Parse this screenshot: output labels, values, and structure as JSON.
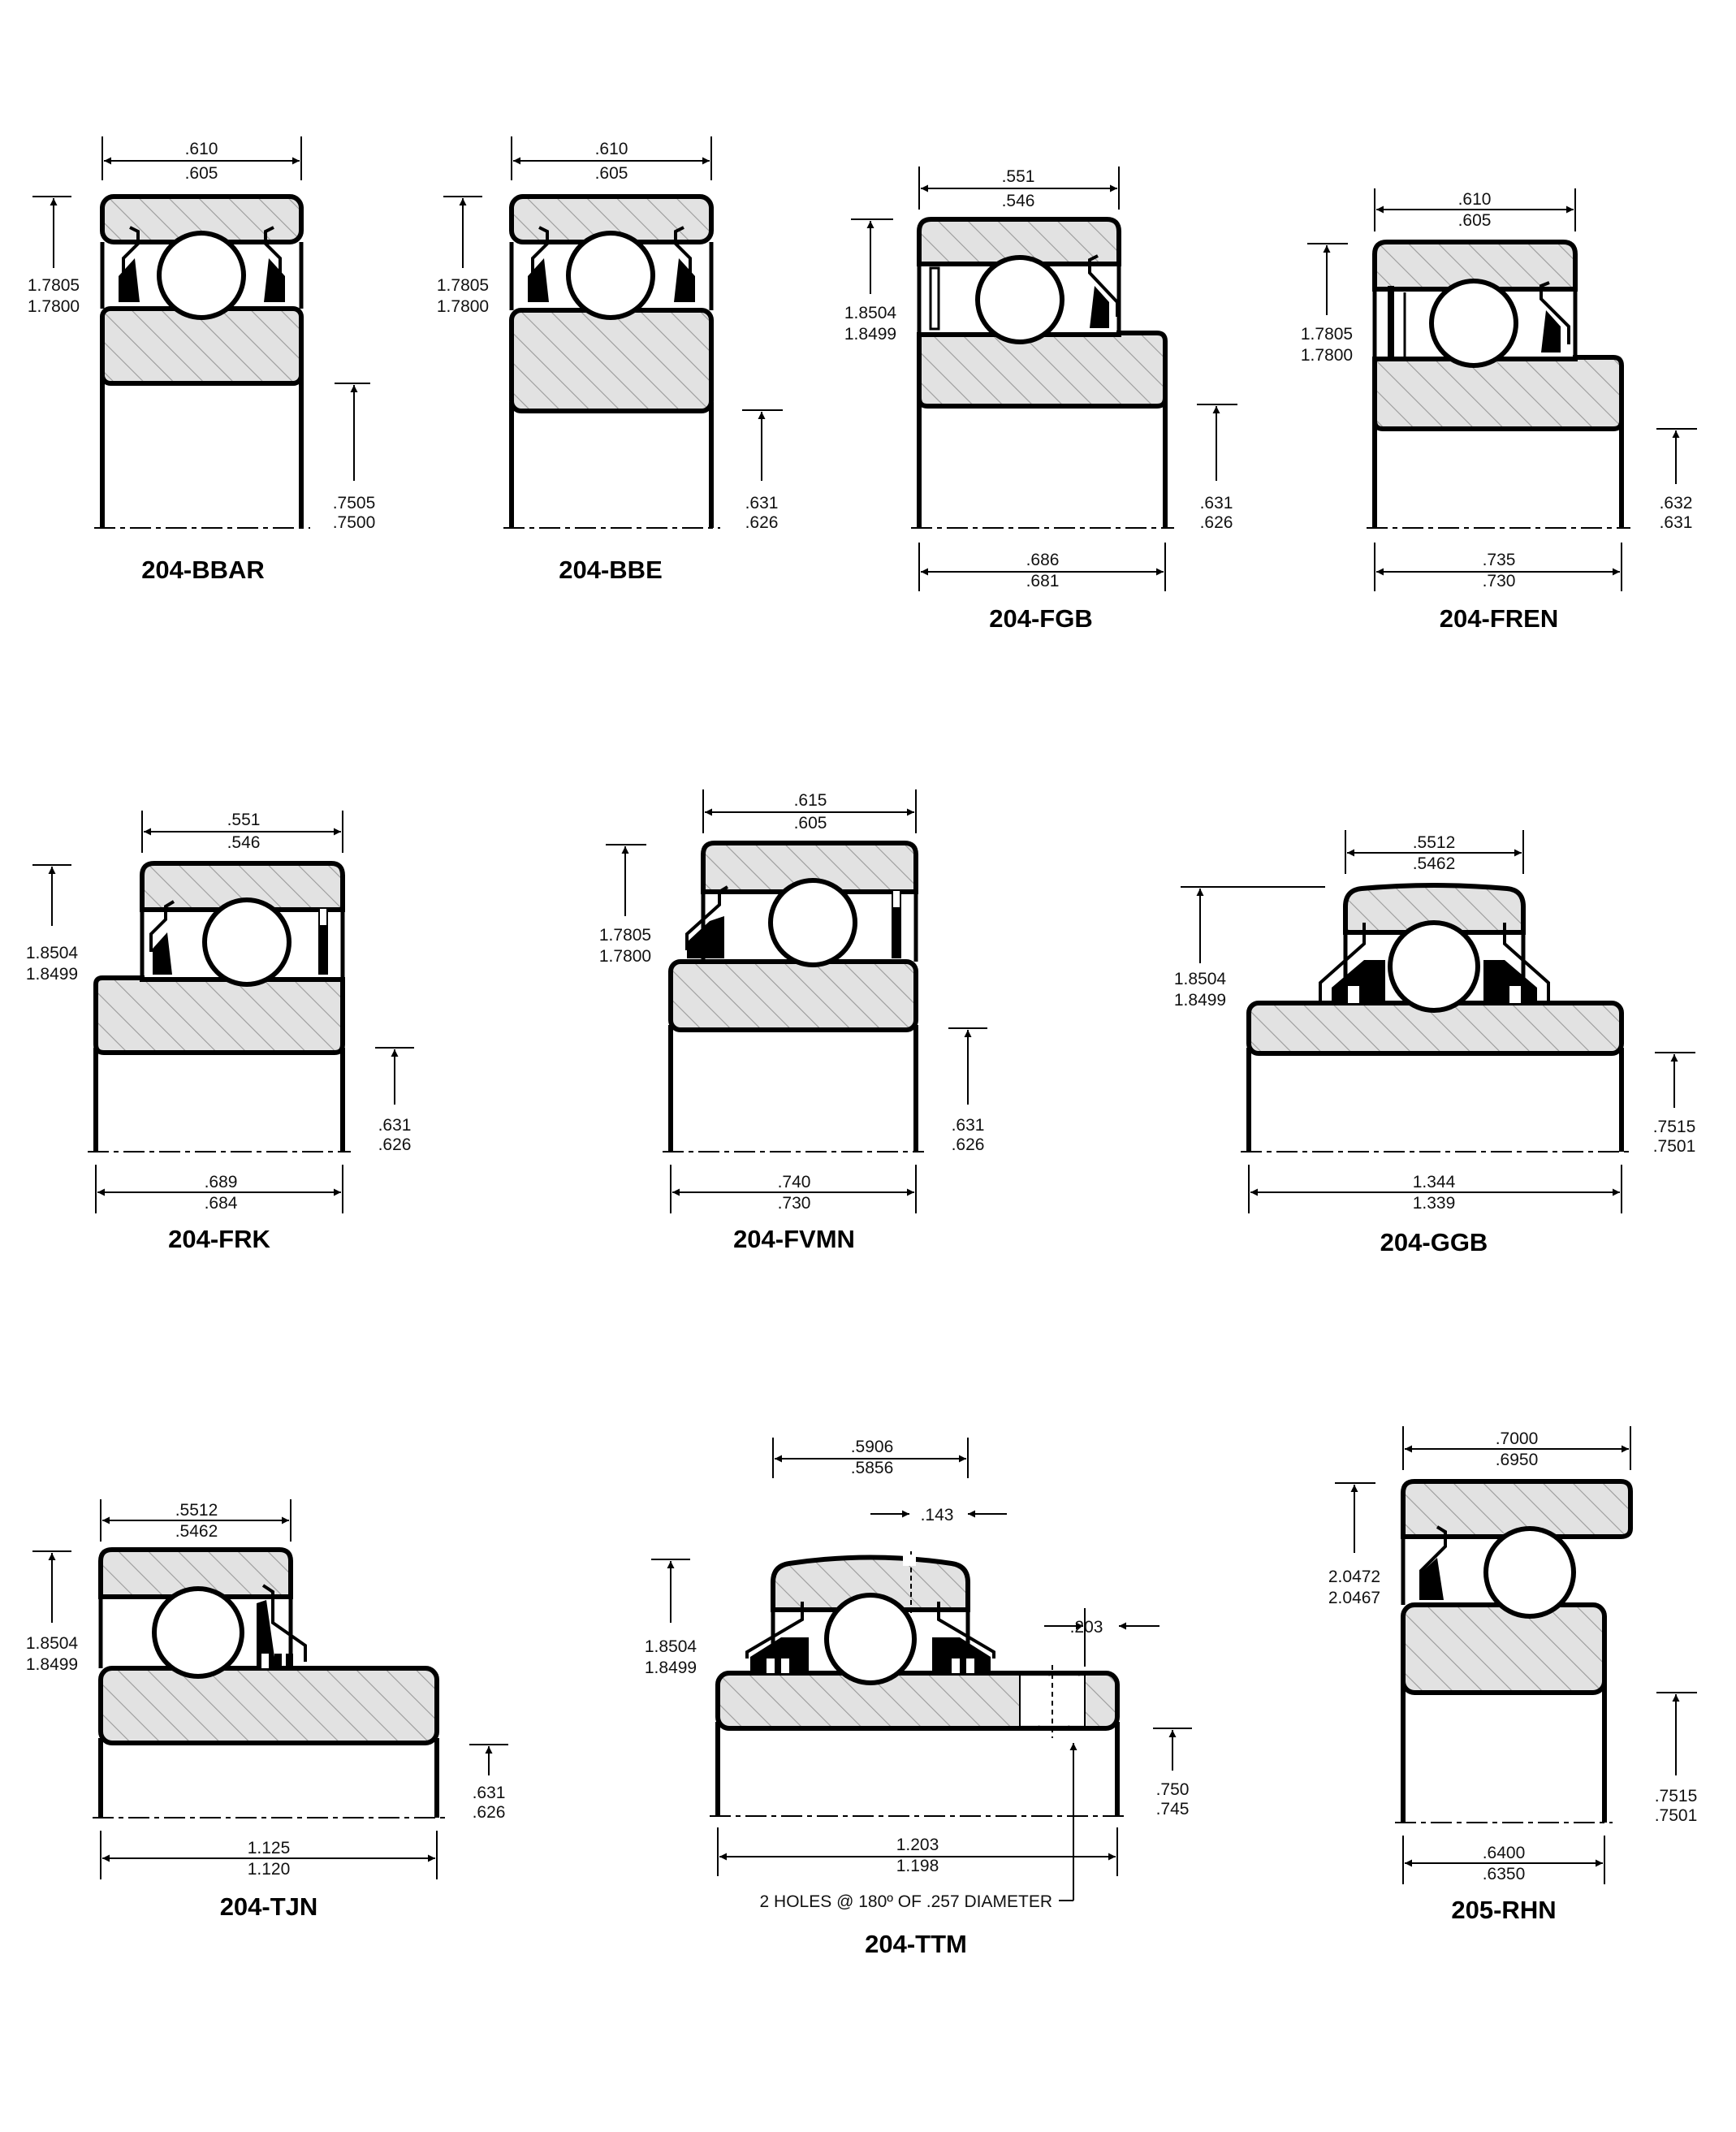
{
  "colors": {
    "ink": "#000000",
    "hatch_fill": "#e2e2e2",
    "hatch_line": "#9a9a9a",
    "background": "#ffffff"
  },
  "bearings": [
    {
      "name": "204-BBAR",
      "width": [
        ".610",
        ".605"
      ],
      "od": [
        "1.7805",
        "1.7800"
      ],
      "bore": [
        ".7505",
        ".7500"
      ]
    },
    {
      "name": "204-BBE",
      "width": [
        ".610",
        ".605"
      ],
      "od": [
        "1.7805",
        "1.7800"
      ],
      "bore": [
        ".631",
        ".626"
      ]
    },
    {
      "name": "204-FGB",
      "width": [
        ".551",
        ".546"
      ],
      "od": [
        "1.8504",
        "1.8499"
      ],
      "bore": [
        ".631",
        ".626"
      ],
      "inner_width": [
        ".686",
        ".681"
      ]
    },
    {
      "name": "204-FREN",
      "width": [
        ".610",
        ".605"
      ],
      "od": [
        "1.7805",
        "1.7800"
      ],
      "bore": [
        ".632",
        ".631"
      ],
      "inner_width": [
        ".735",
        ".730"
      ]
    },
    {
      "name": "204-FRK",
      "width": [
        ".551",
        ".546"
      ],
      "od": [
        "1.8504",
        "1.8499"
      ],
      "bore": [
        ".631",
        ".626"
      ],
      "inner_width": [
        ".689",
        ".684"
      ]
    },
    {
      "name": "204-FVMN",
      "width": [
        ".615",
        ".605"
      ],
      "od": [
        "1.7805",
        "1.7800"
      ],
      "bore": [
        ".631",
        ".626"
      ],
      "inner_width": [
        ".740",
        ".730"
      ]
    },
    {
      "name": "204-GGB",
      "width": [
        ".5512",
        ".5462"
      ],
      "od": [
        "1.8504",
        "1.8499"
      ],
      "bore": [
        ".7515",
        ".7501"
      ],
      "inner_width": [
        "1.344",
        "1.339"
      ]
    },
    {
      "name": "204-TJN",
      "width": [
        ".5512",
        ".5462"
      ],
      "od": [
        "1.8504",
        "1.8499"
      ],
      "bore": [
        ".631",
        ".626"
      ],
      "inner_width": [
        "1.125",
        "1.120"
      ]
    },
    {
      "name": "204-TTM",
      "width": [
        ".5906",
        ".5856"
      ],
      "od": [
        "1.8504",
        "1.8499"
      ],
      "bore": [
        ".750",
        ".745"
      ],
      "inner_width": [
        "1.203",
        "1.198"
      ],
      "offset": ".143",
      "hole_offset": ".203",
      "note": "2 HOLES @ 180º OF .257 DIAMETER"
    },
    {
      "name": "205-RHN",
      "width": [
        ".7000",
        ".6950"
      ],
      "od": [
        "2.0472",
        "2.0467"
      ],
      "bore": [
        ".7515",
        ".7501"
      ],
      "inner_width": [
        ".6400",
        ".6350"
      ]
    }
  ]
}
